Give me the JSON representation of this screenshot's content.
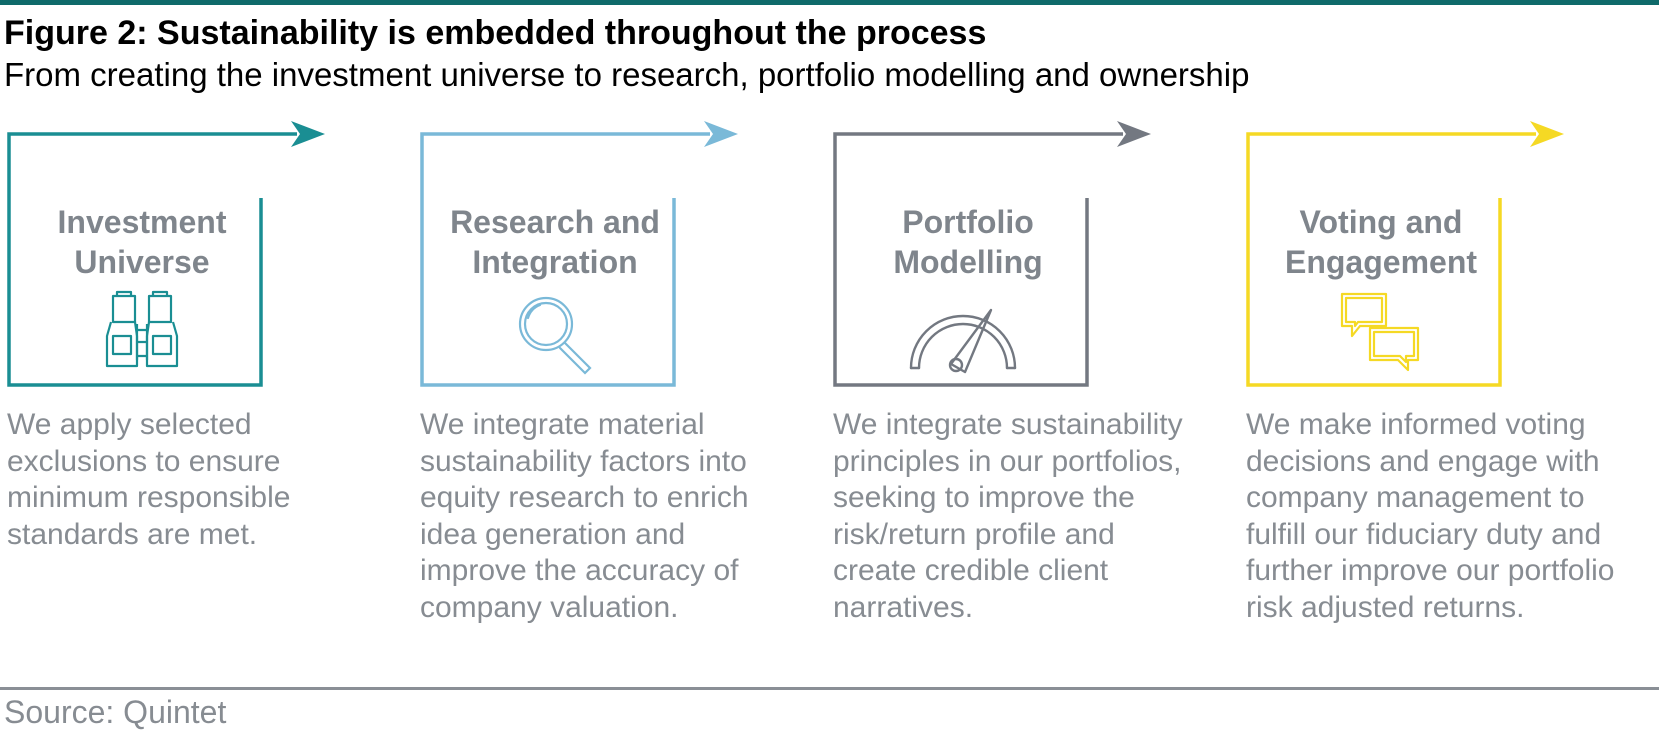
{
  "figure": {
    "title": "Figure 2: Sustainability is embedded throughout the process",
    "subtitle": "From creating the investment universe to research, portfolio modelling and ownership",
    "source": "Source: Quintet"
  },
  "colors": {
    "header_rule": "#0f6a6a",
    "heading_text": "#7f858c",
    "body_text": "#878c92"
  },
  "steps": [
    {
      "title_lines": [
        "Investment",
        "Universe"
      ],
      "icon": "binoculars-icon",
      "color": "#1a8e93",
      "description_lines": [
        "We apply selected",
        "exclusions to ensure",
        "minimum responsible",
        "standards are met."
      ]
    },
    {
      "title_lines": [
        "Research and",
        "Integration"
      ],
      "icon": "magnifier-icon",
      "color": "#7ab9d8",
      "description_lines": [
        "We integrate material",
        "sustainability factors into",
        "equity research to enrich",
        "idea generation and",
        "improve the accuracy of",
        "company valuation."
      ]
    },
    {
      "title_lines": [
        "Portfolio",
        "Modelling"
      ],
      "icon": "gauge-icon",
      "color": "#737881",
      "description_lines": [
        "We integrate sustainability",
        "principles in our portfolios,",
        "seeking to improve the",
        "risk/return profile and",
        "create credible client",
        "narratives."
      ]
    },
    {
      "title_lines": [
        "Voting and",
        "Engagement"
      ],
      "icon": "speech-bubbles-icon",
      "color": "#f5d924",
      "description_lines": [
        "We make informed voting",
        "decisions and engage with",
        "company management to",
        "fulfill our fiduciary duty and",
        "further improve our portfolio",
        "risk adjusted returns."
      ]
    }
  ]
}
